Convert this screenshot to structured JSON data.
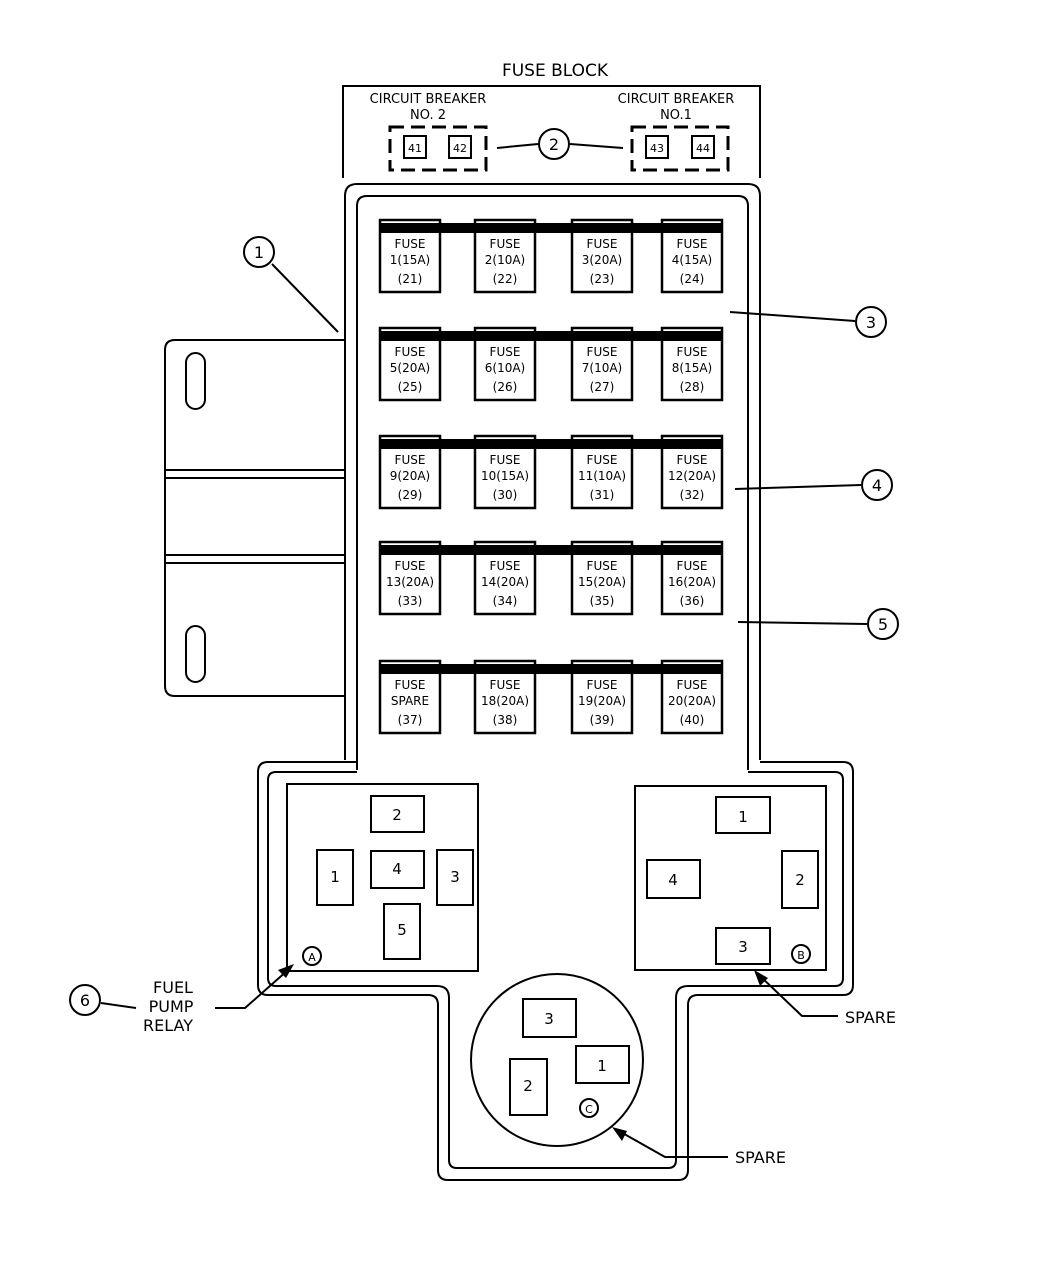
{
  "title": "FUSE BLOCK",
  "circuit_breakers": [
    {
      "label_line1": "CIRCUIT  BREAKER",
      "label_line2": "NO. 2",
      "terminals": [
        "41",
        "42"
      ]
    },
    {
      "label_line1": "CIRCUIT  BREAKER",
      "label_line2": "NO.1",
      "terminals": [
        "43",
        "44"
      ]
    }
  ],
  "fuse_rows": [
    [
      {
        "l1": "FUSE",
        "l2": "1(15A)",
        "l3": "(21)"
      },
      {
        "l1": "FUSE",
        "l2": "2(10A)",
        "l3": "(22)"
      },
      {
        "l1": "FUSE",
        "l2": "3(20A)",
        "l3": "(23)"
      },
      {
        "l1": "FUSE",
        "l2": "4(15A)",
        "l3": "(24)"
      }
    ],
    [
      {
        "l1": "FUSE",
        "l2": "5(20A)",
        "l3": "(25)"
      },
      {
        "l1": "FUSE",
        "l2": "6(10A)",
        "l3": "(26)"
      },
      {
        "l1": "FUSE",
        "l2": "7(10A)",
        "l3": "(27)"
      },
      {
        "l1": "FUSE",
        "l2": "8(15A)",
        "l3": "(28)"
      }
    ],
    [
      {
        "l1": "FUSE",
        "l2": "9(20A)",
        "l3": "(29)"
      },
      {
        "l1": "FUSE",
        "l2": "10(15A)",
        "l3": "(30)"
      },
      {
        "l1": "FUSE",
        "l2": "11(10A)",
        "l3": "(31)"
      },
      {
        "l1": "FUSE",
        "l2": "12(20A)",
        "l3": "(32)"
      }
    ],
    [
      {
        "l1": "FUSE",
        "l2": "13(20A)",
        "l3": "(33)"
      },
      {
        "l1": "FUSE",
        "l2": "14(20A)",
        "l3": "(34)"
      },
      {
        "l1": "FUSE",
        "l2": "15(20A)",
        "l3": "(35)"
      },
      {
        "l1": "FUSE",
        "l2": "16(20A)",
        "l3": "(36)"
      }
    ],
    [
      {
        "l1": "FUSE",
        "l2": "SPARE",
        "l3": "(37)"
      },
      {
        "l1": "FUSE",
        "l2": "18(20A)",
        "l3": "(38)"
      },
      {
        "l1": "FUSE",
        "l2": "19(20A)",
        "l3": "(39)"
      },
      {
        "l1": "FUSE",
        "l2": "20(20A)",
        "l3": "(40)"
      }
    ]
  ],
  "callouts": [
    "1",
    "2",
    "3",
    "4",
    "5",
    "6"
  ],
  "relay_a": {
    "marker": "A",
    "pins": [
      "2",
      "1",
      "4",
      "3",
      "5"
    ]
  },
  "relay_b": {
    "marker": "B",
    "pins": [
      "1",
      "4",
      "2",
      "3"
    ]
  },
  "relay_c": {
    "marker": "C",
    "pins": [
      "3",
      "2",
      "1"
    ]
  },
  "labels": {
    "fuel_line1": "FUEL",
    "fuel_line2": "PUMP",
    "fuel_line3": "RELAY",
    "spare_b": "SPARE",
    "spare_c": "SPARE"
  }
}
